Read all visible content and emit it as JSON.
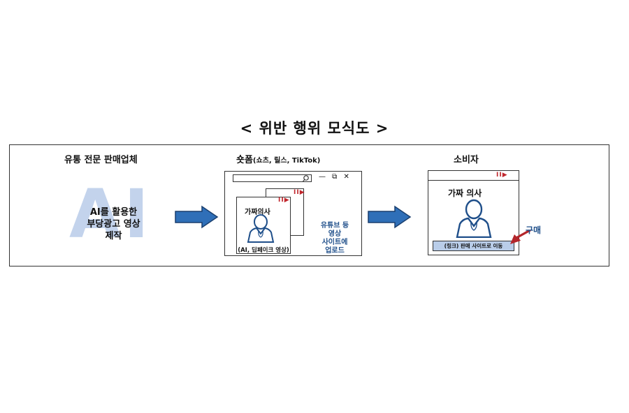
{
  "title": "< 위반 행위 모식도 >",
  "seller": {
    "title": "유통 전문 판매업체",
    "watermark": "AI",
    "action_lines": [
      "AI를 활용한",
      "부당광고 영상",
      "제작"
    ]
  },
  "shortform": {
    "title": "숏폼",
    "title_sub": "(쇼츠, 릴스, TikTok)",
    "window_buttons": "— ⧉ ✕",
    "card_title": "가짜의사",
    "card_caption": "(AI, 딥페이크 영상)",
    "upload_lines": [
      "유튜브 등",
      "영상",
      "사이트에",
      "업로드"
    ]
  },
  "consumer": {
    "title": "소비자",
    "card_title": "가짜 의사",
    "link_text": "(링크) 판매 사이트로 이동",
    "buy_label": "구매"
  },
  "icons": {
    "arrow": "right-arrow-icon",
    "doctor": "doctor-figure-icon",
    "record": "record-play-icon",
    "search": "search-icon",
    "pointer": "red-arrow-icon"
  },
  "colors": {
    "arrow_blue": "#2f6fb8",
    "figure_blue": "#1f4f8a",
    "link_bar": "#b9cde9",
    "record_red": "#c0272d"
  }
}
